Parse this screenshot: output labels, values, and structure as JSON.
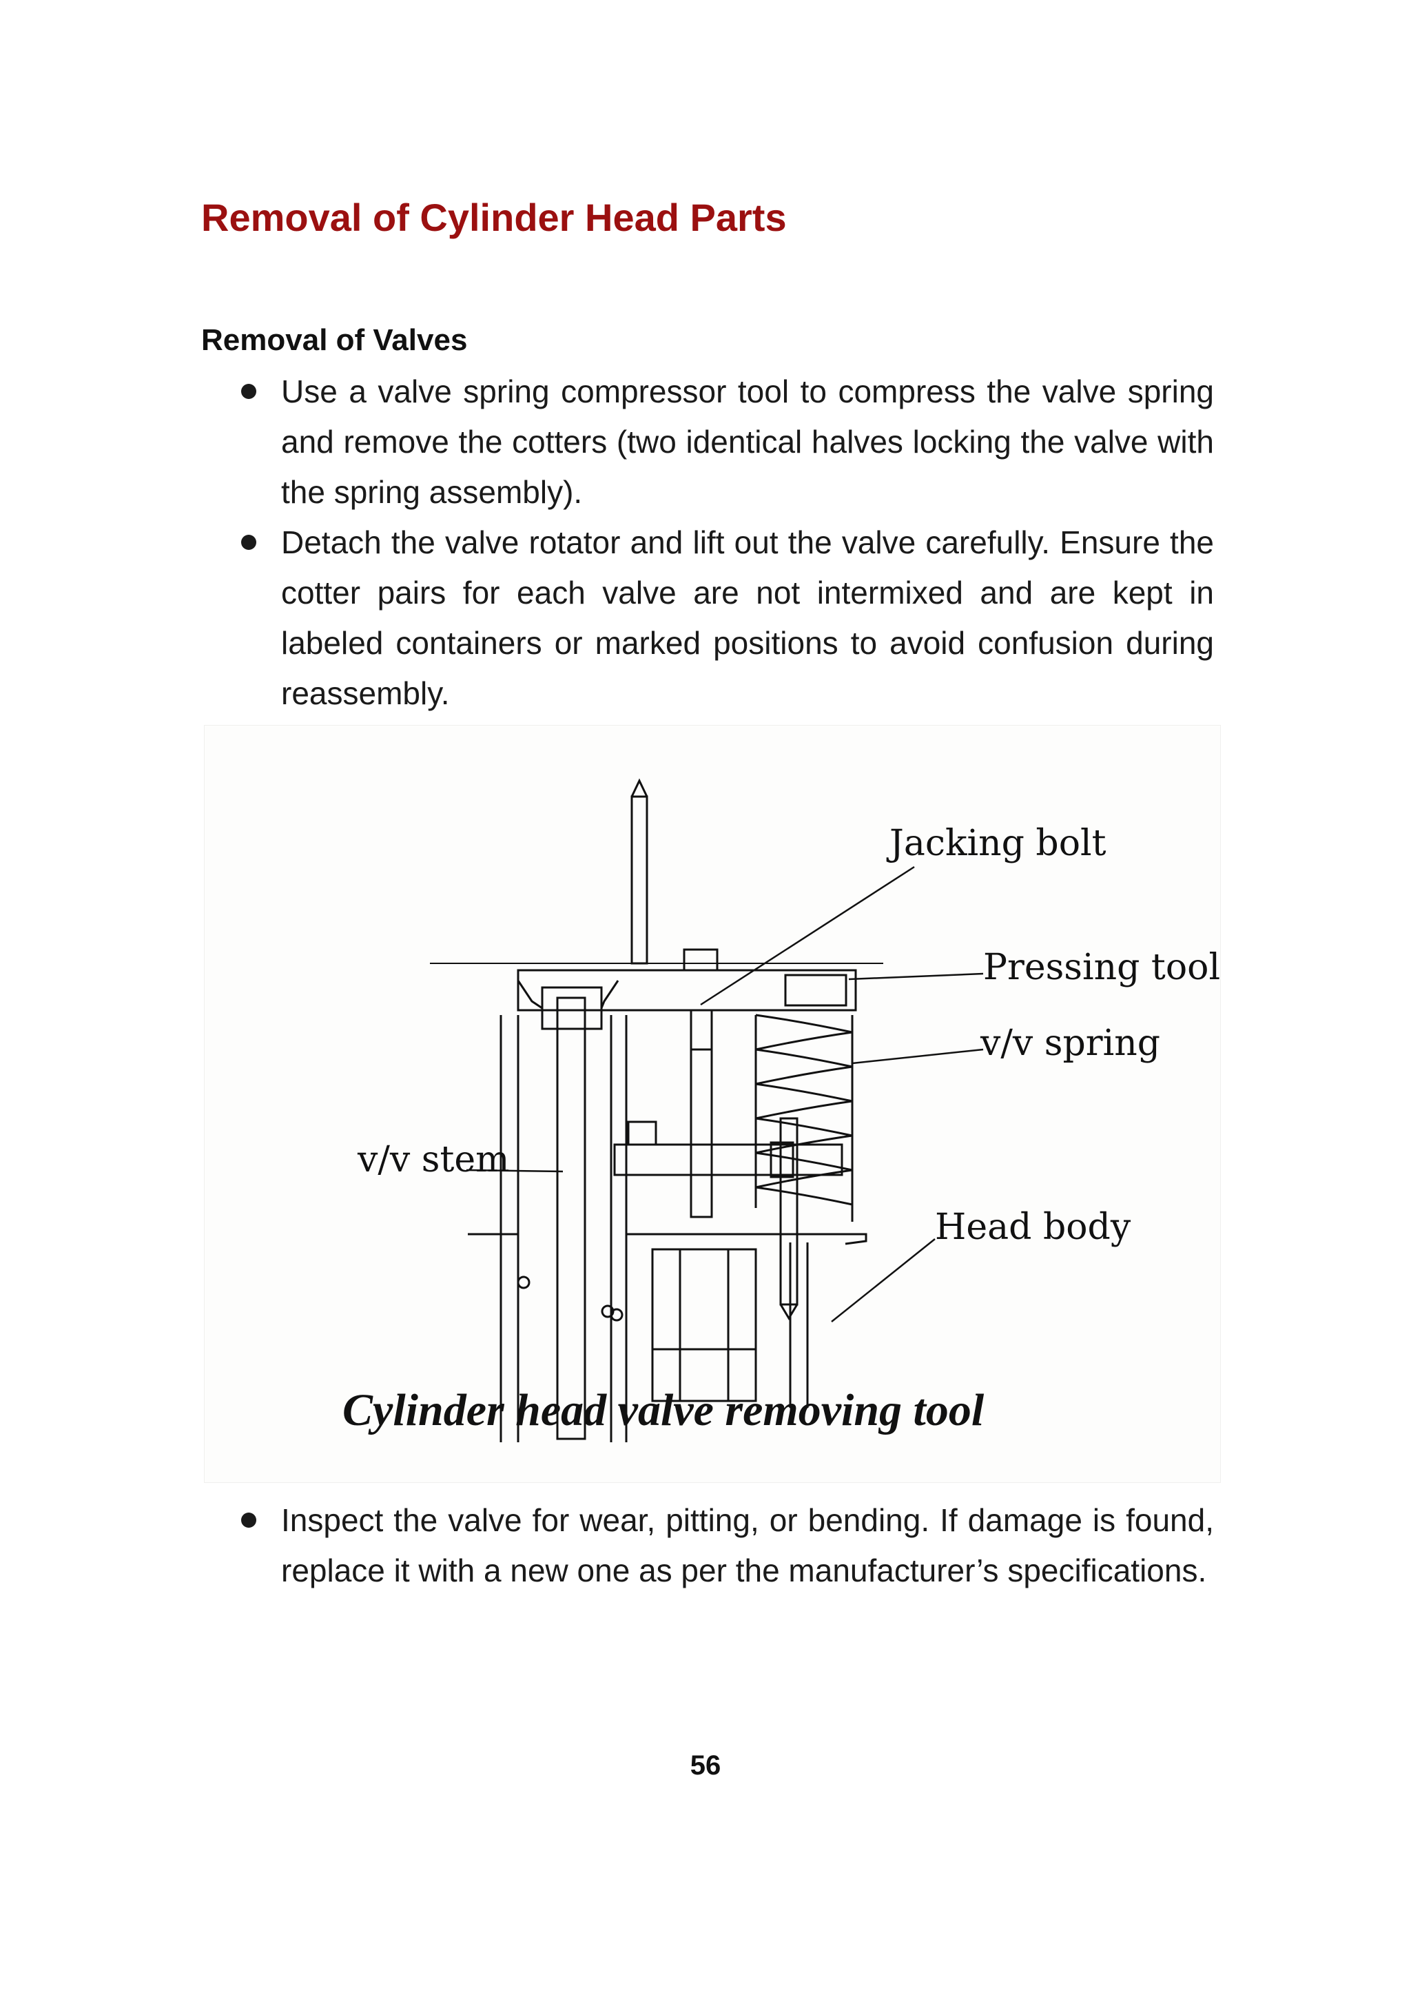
{
  "section_title": "Removal of Cylinder Head Parts",
  "subsection_title": "Removal of Valves",
  "bullets_before_figure": [
    "Use a valve spring compressor tool to compress the valve spring and remove the cotters (two identical halves locking the valve with the spring assembly).",
    "Detach the valve rotator and lift out the valve carefully. Ensure the cotter pairs for each valve are not intermixed and are kept in labeled containers or marked positions to avoid confusion during reassembly."
  ],
  "figure": {
    "labels": {
      "jacking_bolt": "Jacking bolt",
      "pressing_tool": "Pressing tool",
      "valve_spring": "v/v spring",
      "valve_stem": "v/v stem",
      "head_body": "Head body"
    },
    "caption": "Cylinder head valve removing tool"
  },
  "bullets_after_figure": [
    "Inspect the valve for wear, pitting, or bending. If damage is found, replace it with a new one as per the manufacturer’s specifications."
  ],
  "page_number": "56",
  "colors": {
    "heading": "#9b1010",
    "text": "#1a1a1a"
  }
}
